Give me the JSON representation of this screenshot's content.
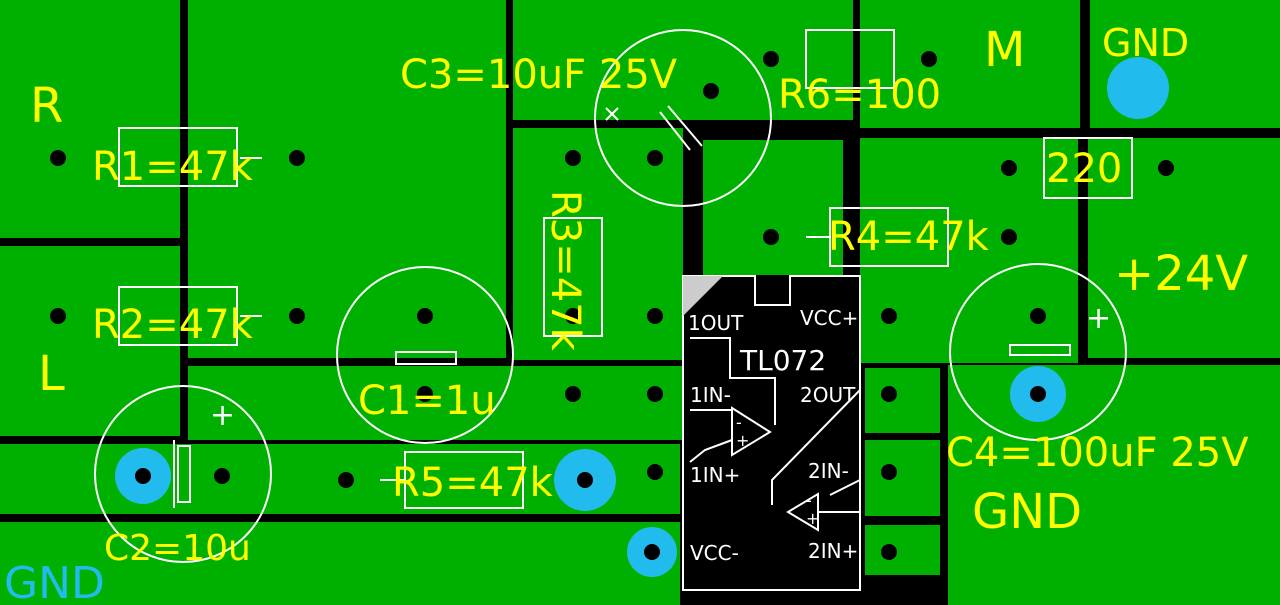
{
  "labels": {
    "r": "R",
    "l": "L",
    "m": "M",
    "gnd_top": "GND",
    "gnd_mid": "GND",
    "gnd_bottom": "GND",
    "v24": "+24V"
  },
  "components": {
    "r1": "R1=47k",
    "r2": "R2=47k",
    "r3": "R3=47k",
    "r4": "R4=47k",
    "r5": "R5=47k",
    "r6": "R6=100",
    "r220": "220",
    "c1": "C1=1u",
    "c2": "C2=10u",
    "c3": "C3=10uF 25V",
    "c4": "C4=100uF 25V",
    "plus": "+"
  },
  "chip": {
    "name": "TL072",
    "p1out": "1OUT",
    "p1inm": "1IN-",
    "p1inp": "1IN+",
    "vccm": "VCC-",
    "vccp": "VCC+",
    "p2out": "2OUT",
    "p2inm": "2IN-",
    "p2inp": "2IN+",
    "minus": "-",
    "plus": "+"
  },
  "colors": {
    "board": "#000000",
    "copper": "#00b000",
    "silkscreen": "#ffff00",
    "outline": "#ffffff",
    "ground_pad": "#22bbee"
  }
}
